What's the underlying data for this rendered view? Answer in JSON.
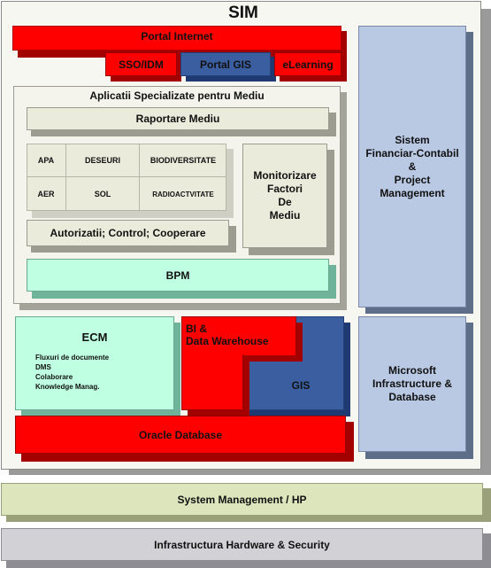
{
  "title": "SIM",
  "portal": {
    "label": "Portal Internet",
    "sso": "SSO/IDM",
    "gis": "Portal GIS",
    "elearning": "eLearning"
  },
  "apps": {
    "label": "Aplicatii Specializate pentru Mediu",
    "raportare": "Raportare Mediu",
    "grid": {
      "apa": "APA",
      "deseuri": "DESEURI",
      "biodiversitate": "BIODIVERSITATE",
      "aer": "AER",
      "sol": "SOL",
      "radioactivitate": "RADIOACTVITATE"
    },
    "autorizatii": "Autorizatii; Control; Cooperare",
    "monitorizare": [
      "Monitorizare",
      "Factori",
      "De",
      "Mediu"
    ],
    "bpm": "BPM"
  },
  "ecm": {
    "label": "ECM",
    "items": [
      "Fluxuri de documente",
      "DMS",
      "Colaborare",
      "Knowledge Manag."
    ]
  },
  "bi": [
    "BI &",
    "Data Warehouse"
  ],
  "gis": "GIS",
  "oracle": "Oracle Database",
  "financiar": [
    "Sistem",
    "Financiar-Contabil",
    "&",
    "Project",
    "Management"
  ],
  "microsoft": [
    "Microsoft",
    "Infrastructure &",
    "Database"
  ],
  "system_management": "System Management / HP",
  "infrastructura": "Infrastructura Hardware & Security",
  "colors": {
    "red": "#ff0000",
    "dark_red": "#a30000",
    "blue": "#3b5ea1",
    "dark_blue": "#1f3a72",
    "light_blue": "#b9c9e4",
    "light_green": "#bfffe2",
    "beige": "#ebebdc",
    "olive": "#dde5bc",
    "grey": "#d1d1d6"
  }
}
